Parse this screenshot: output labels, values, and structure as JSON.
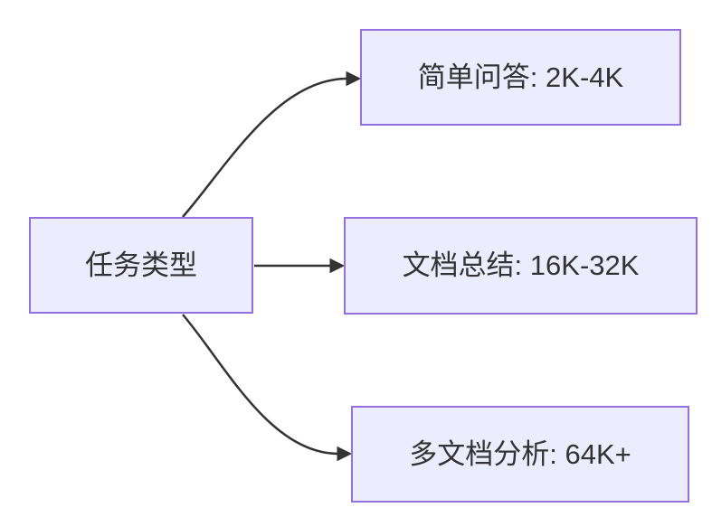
{
  "diagram": {
    "type": "flowchart-left-to-right",
    "root": {
      "label": "任务类型"
    },
    "branches": [
      {
        "id": "simple-qa",
        "label": "简单问答: 2K-4K"
      },
      {
        "id": "doc-summary",
        "label": "文档总结: 16K-32K"
      },
      {
        "id": "multi-doc",
        "label": "多文档分析: 64K+"
      }
    ],
    "colors": {
      "node_fill": "#ECECFF",
      "node_border": "#9370DB",
      "edge": "#333333",
      "text": "#333333",
      "background": "#FFFFFF"
    }
  }
}
